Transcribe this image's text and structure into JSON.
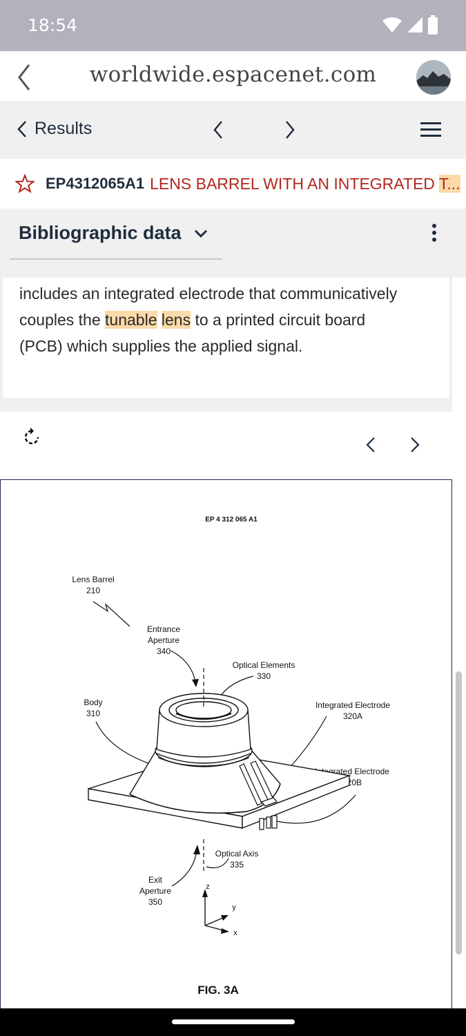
{
  "status_bar": {
    "time": "18:54"
  },
  "browser": {
    "url": "worldwide.espacenet.com"
  },
  "results_nav": {
    "back_label": "Results"
  },
  "patent": {
    "number": "EP4312065A1",
    "title_prefix": "LENS BARREL WITH AN INTEGRATED ",
    "title_highlight": "T..."
  },
  "section": {
    "title": "Bibliographic data"
  },
  "abstract": {
    "line1": "includes an integrated electrode that communicatively",
    "line2_pre": "couples the ",
    "hl1": "tunable",
    "hl2": "lens",
    "line2_post": " to a printed circuit board",
    "line3": "(PCB) which supplies the applied signal."
  },
  "drawing": {
    "header": "EP 4 312 065 A1",
    "lens_barrel": "Lens Barrel",
    "lens_barrel_num": "210",
    "entrance": "Entrance",
    "aperture_1": "Aperture",
    "entrance_num": "340",
    "optical_elements": "Optical Elements",
    "optical_elements_num": "330",
    "body": "Body",
    "body_num": "310",
    "electrode_a": "Integrated Electrode",
    "electrode_a_num": "320A",
    "electrode_b": "Integrated Electrode",
    "electrode_b_num": "320B",
    "optical_axis": "Optical Axis",
    "optical_axis_num": "335",
    "exit": "Exit",
    "aperture_2": "Aperture",
    "exit_num": "350",
    "axis_z": "z",
    "axis_y": "y",
    "axis_x": "x",
    "figure_label": "FIG. 3A"
  },
  "colors": {
    "status_bar": "#b4b1bd",
    "title_red": "#b3261e",
    "highlight": "#fbd9a8",
    "nav_text": "#1f2d3d"
  }
}
